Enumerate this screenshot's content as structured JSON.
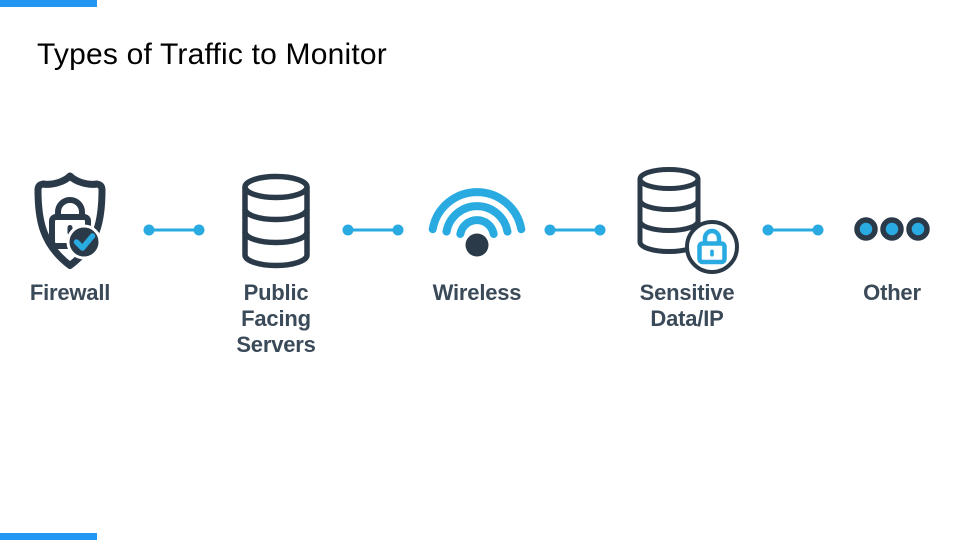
{
  "slide": {
    "title": "Types of Traffic to Monitor",
    "background": "#ffffff"
  },
  "colors": {
    "icon_dark": "#2b3a49",
    "accent_cyan": "#29abe2",
    "label_text": "#3b4a59",
    "edge_bar_blue": "#2196f3",
    "title_text": "#000000"
  },
  "diagram": {
    "items": [
      {
        "name": "firewall",
        "label": "Firewall",
        "icon": "shield-lock-check-icon"
      },
      {
        "name": "public-facing-servers",
        "label": "Public\nFacing\nServers",
        "icon": "database-icon"
      },
      {
        "name": "wireless",
        "label": "Wireless",
        "icon": "wifi-icon"
      },
      {
        "name": "sensitive-data-ip",
        "label": "Sensitive\nData/IP",
        "icon": "database-lock-icon"
      },
      {
        "name": "other",
        "label": "Other",
        "icon": "three-dots-icon"
      }
    ],
    "connector_count": 4
  }
}
